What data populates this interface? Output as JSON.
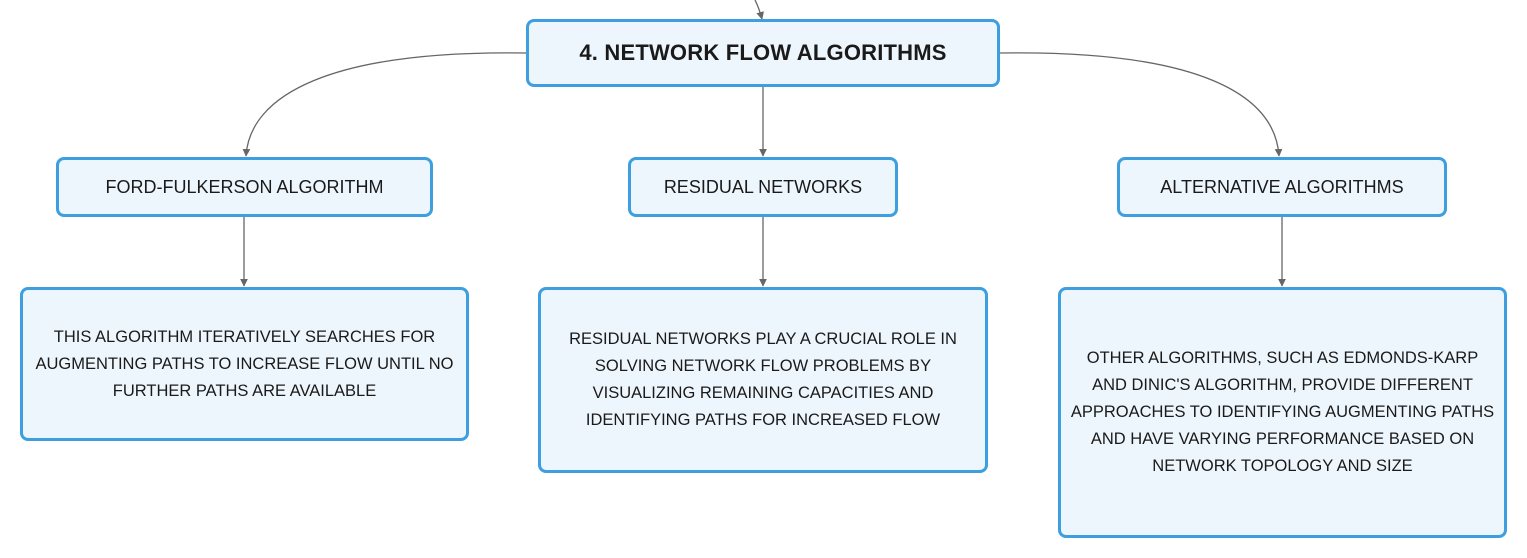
{
  "colors": {
    "node_fill": "#eef6fd",
    "node_border": "#3d9fe0",
    "connector": "#666666",
    "text": "#1a1a1a"
  },
  "diagram": {
    "root": {
      "title": "4. NETWORK FLOW ALGORITHMS"
    },
    "branches": [
      {
        "label": "FORD-FULKERSON ALGORITHM",
        "detail": "THIS ALGORITHM ITERATIVELY SEARCHES FOR AUGMENTING PATHS TO INCREASE FLOW UNTIL NO FURTHER PATHS ARE AVAILABLE"
      },
      {
        "label": "RESIDUAL NETWORKS",
        "detail": "RESIDUAL NETWORKS PLAY A CRUCIAL ROLE IN SOLVING NETWORK FLOW PROBLEMS BY VISUALIZING REMAINING CAPACITIES AND IDENTIFYING PATHS FOR INCREASED FLOW"
      },
      {
        "label": "ALTERNATIVE ALGORITHMS",
        "detail": "OTHER ALGORITHMS, SUCH AS EDMONDS-KARP AND DINIC'S ALGORITHM, PROVIDE DIFFERENT APPROACHES TO IDENTIFYING AUGMENTING PATHS AND HAVE VARYING PERFORMANCE BASED ON NETWORK TOPOLOGY AND SIZE"
      }
    ]
  }
}
